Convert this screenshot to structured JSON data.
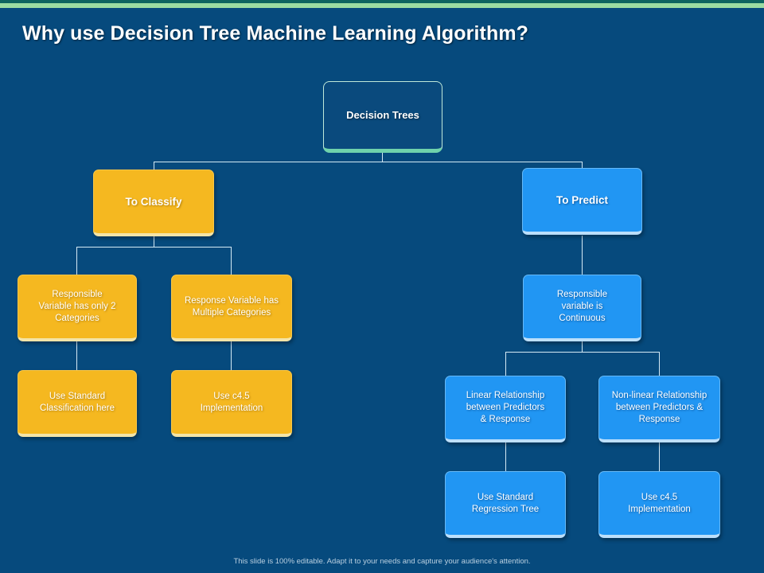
{
  "slide": {
    "title": "Why use Decision Tree Machine Learning Algorithm?",
    "footer": "This slide is 100% editable. Adapt it to your needs and capture your audience's attention.",
    "colors": {
      "background": "#064a7d",
      "top_strip_dark": "#0d6460",
      "top_strip_green": "#9bdca2",
      "amber_node": "#f5b820",
      "blue_node": "#2196f3",
      "root_accent": "#6fd3ac",
      "connector": "#d5eaf5",
      "title_text": "#ffffff",
      "footer_text": "#b9cfe0"
    }
  },
  "chart_data": {
    "type": "tree-diagram",
    "title": "Why use Decision Tree Machine Learning Algorithm?",
    "root": "Decision Trees",
    "branches": [
      {
        "name": "To Classify",
        "style": "amber",
        "children": [
          {
            "name": "Responsible Variable has only 2 Categories",
            "children": [
              "Use Standard Classification here"
            ]
          },
          {
            "name": "Response Variable has Multiple Categories",
            "children": [
              "Use c4.5 Implementation"
            ]
          }
        ]
      },
      {
        "name": "To Predict",
        "style": "blue",
        "children": [
          {
            "name": "Responsible variable is Continuous",
            "children": [
              {
                "name": "Linear Relationship between Predictors & Response",
                "children": [
                  "Use Standard Regression Tree"
                ]
              },
              {
                "name": "Non-linear Relationship between Predictors & Response",
                "children": [
                  "Use c4.5 Implementation"
                ]
              }
            ]
          }
        ]
      }
    ]
  },
  "nodes": {
    "root": "Decision Trees",
    "classify": "To Classify",
    "predict": "To Predict",
    "responsible_two_cat": "Responsible\nVariable has only 2\nCategories",
    "response_multi_cat": "Response Variable has\nMultiple Categories",
    "use_standard_classification": "Use Standard\nClassification here",
    "use_c45_left": "Use c4.5\nImplementation",
    "responsible_continuous": "Responsible\nvariable is\nContinuous",
    "linear_relationship": "Linear Relationship\nbetween Predictors\n& Response",
    "nonlinear_relationship": "Non-linear Relationship\nbetween Predictors &\nResponse",
    "use_standard_regression": "Use Standard\nRegression Tree",
    "use_c45_right": "Use c4.5\nImplementation"
  }
}
